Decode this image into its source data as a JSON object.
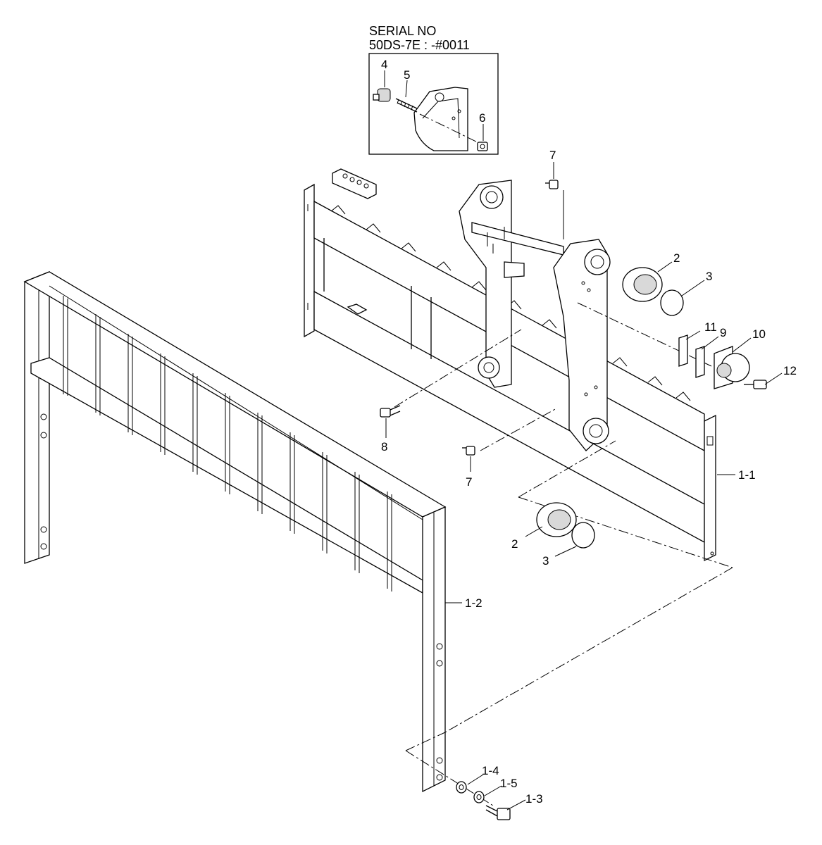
{
  "inset": {
    "header_line1": "SERIAL NO",
    "header_line2": "50DS-7E : -#0011",
    "labels": {
      "p4": "4",
      "p5": "5",
      "p6": "6"
    }
  },
  "labels": {
    "p7_top": "7",
    "p2_top": "2",
    "p3_top": "3",
    "p11": "11",
    "p9": "9",
    "p10": "10",
    "p12": "12",
    "p8": "8",
    "p7_bottom": "7",
    "p1_1": "1-1",
    "p2_bottom": "2",
    "p3_bottom": "3",
    "p1_2": "1-2",
    "p1_4": "1-4",
    "p1_5": "1-5",
    "p1_3": "1-3"
  }
}
